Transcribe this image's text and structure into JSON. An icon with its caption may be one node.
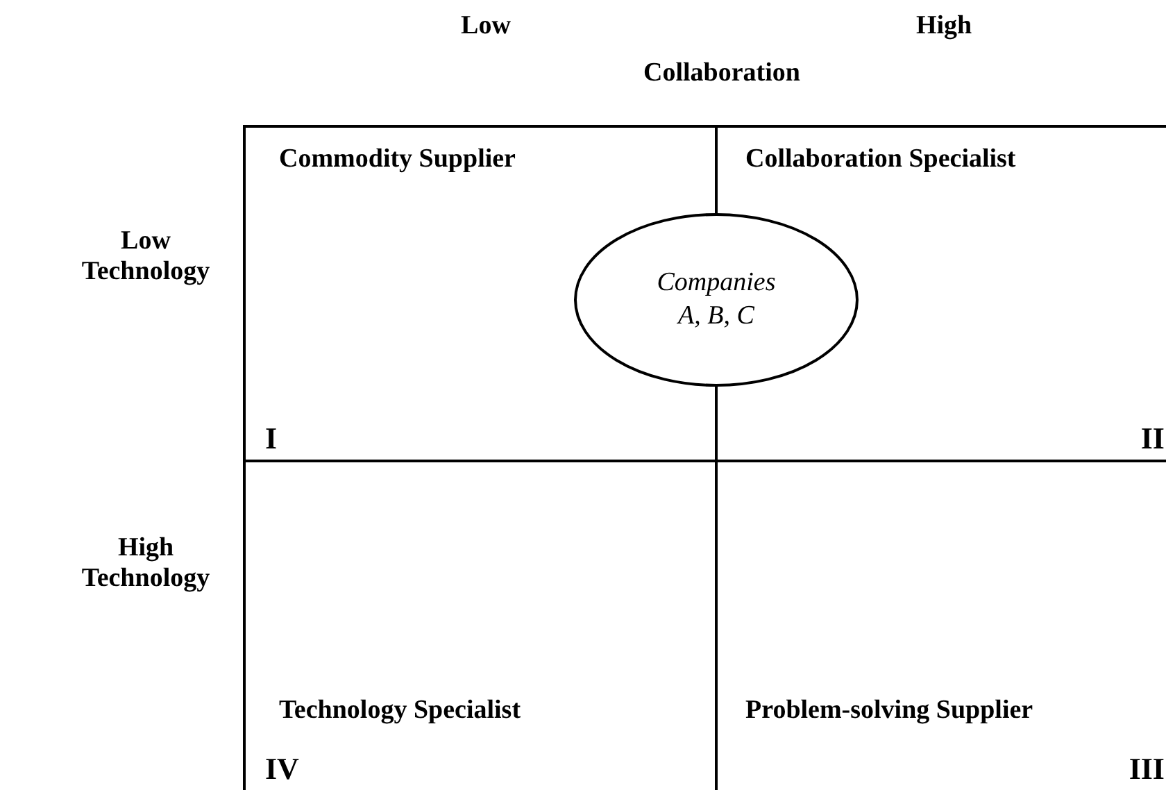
{
  "diagram": {
    "nodes": [
      {
        "text": [
          "Commodity Supplier",
          "I"
        ]
      },
      {
        "text": [
          "Collaboration Specialist",
          "II"
        ]
      },
      {
        "text": [
          "Companies A, B, C"
        ]
      },
      {
        "text": [
          "Technology Specialist",
          "IV"
        ]
      },
      {
        "text": [
          "Problem-solving Supplier",
          "III"
        ]
      }
    ],
    "edges": [],
    "labels": [
      "Low",
      "High",
      "Collaboration",
      "Low Technology",
      "High Technology"
    ]
  }
}
